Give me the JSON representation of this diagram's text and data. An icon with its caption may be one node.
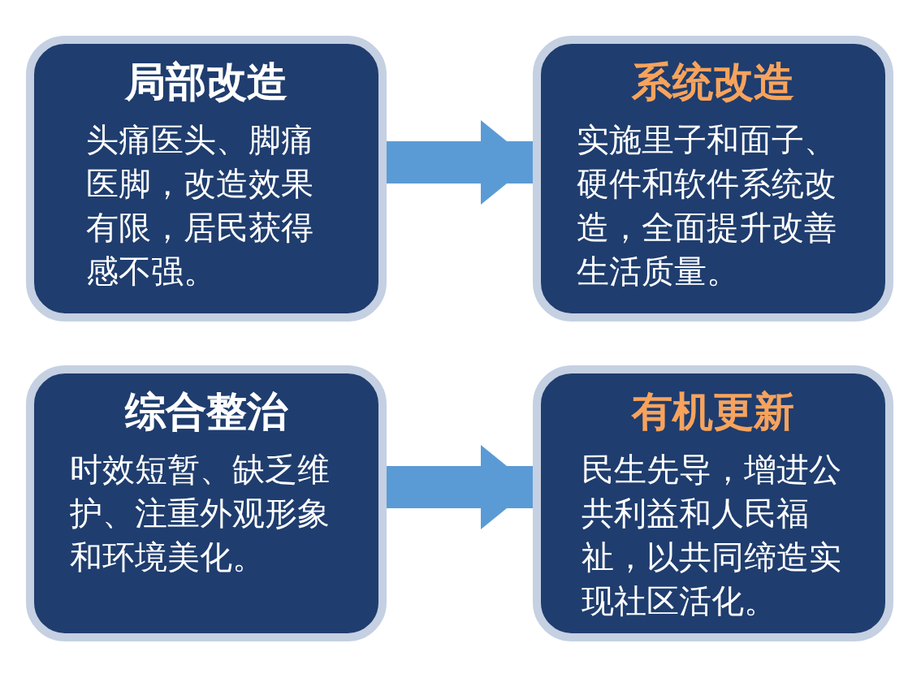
{
  "diagram": {
    "nodes": [
      {
        "text": [
          "局部改造",
          "头痛医头、脚痛医脚，改造效果有限，居民获得感不强。"
        ]
      },
      {
        "text": [
          "系统改造",
          "实施里子和面子、硬件和软件系统改造，全面提升改善生活质量。"
        ]
      },
      {
        "text": [
          "综合整治",
          "时效短暂、缺乏维护、注重外观形象和环境美化。"
        ]
      },
      {
        "text": [
          "有机更新",
          "民生先导，增进公共利益和人民福祉，以共同缔造实现社区活化。"
        ]
      }
    ],
    "edges": [
      {
        "from": 0,
        "to": 1,
        "arrow": "to"
      },
      {
        "from": 2,
        "to": 3,
        "arrow": "to"
      }
    ]
  }
}
